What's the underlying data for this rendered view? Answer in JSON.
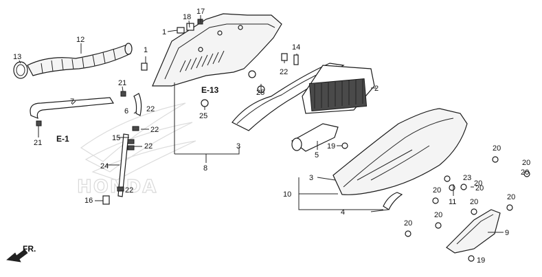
{
  "labels": {
    "p1a": "1",
    "p1b": "1",
    "p2": "2",
    "p3a": "3",
    "p3b": "3",
    "p4": "4",
    "p5": "5",
    "p6": "6",
    "p7": "7",
    "p8": "8",
    "p9": "9",
    "p10": "10",
    "p11": "11",
    "p12": "12",
    "p13": "13",
    "p14": "14",
    "p15": "15",
    "p16": "16",
    "p17": "17",
    "p18": "18",
    "p19a": "19",
    "p19b": "19",
    "p20a": "20",
    "p20b": "20",
    "p20c": "20",
    "p20d": "20",
    "p20e": "20",
    "p20f": "20",
    "p20g": "20",
    "p20h": "20",
    "p20i": "20",
    "p20j": "20",
    "p21a": "21",
    "p21b": "21",
    "p22a": "22",
    "p22b": "22",
    "p22c": "22",
    "p22d": "22",
    "p22e": "22",
    "p23": "23",
    "p24": "24",
    "p25a": "25",
    "p25b": "25"
  },
  "refs": {
    "e1": "E-1",
    "e13": "E-13"
  },
  "front_label": "FR.",
  "watermark": "HONDA"
}
